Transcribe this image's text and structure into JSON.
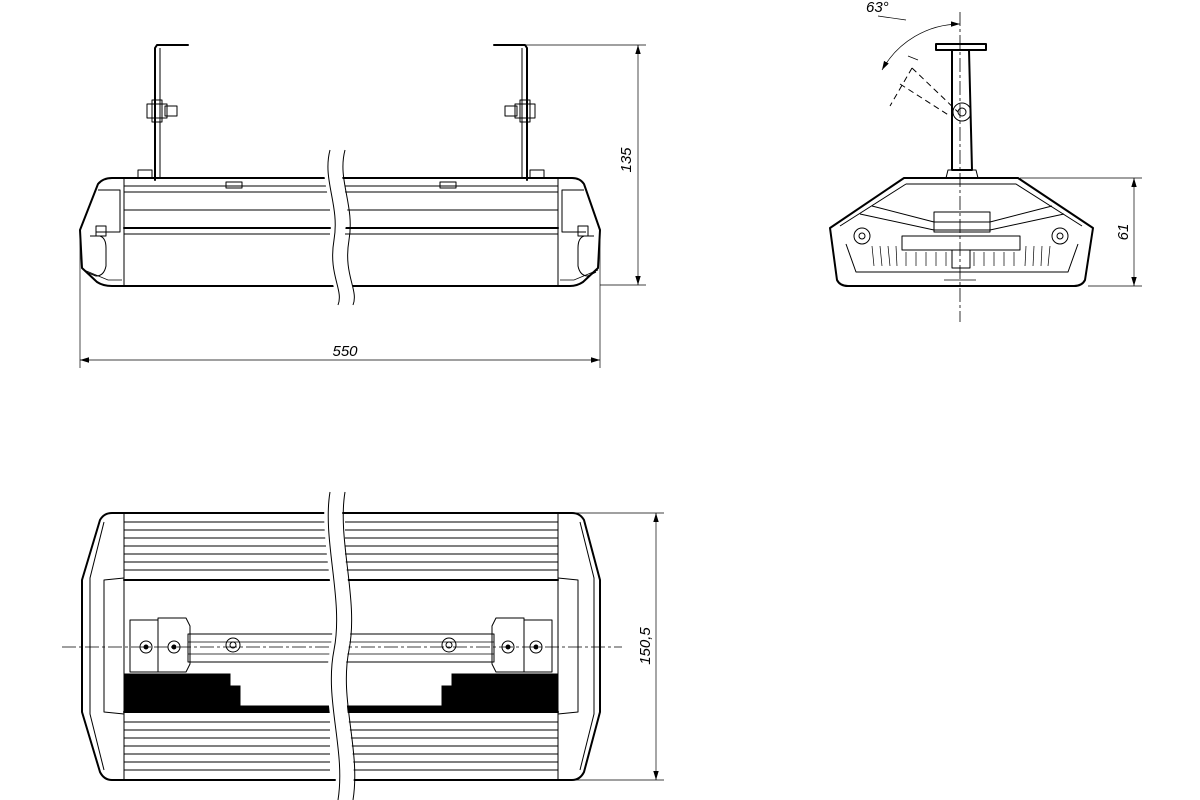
{
  "dimensions": {
    "length": "550",
    "height": "135",
    "end_height": "61",
    "width": "150,5",
    "angle": "63°"
  },
  "colors": {
    "line": "#000000",
    "background": "#ffffff"
  }
}
